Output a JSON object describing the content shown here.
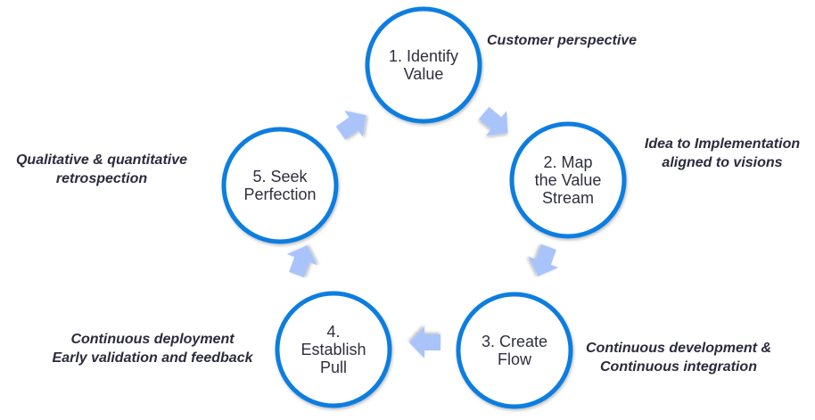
{
  "diagram": {
    "title": "Lean principles cycle",
    "colors": {
      "circle_stroke": "#0a7de0",
      "circle_fill": "#ffffff",
      "arrow_fill": "#a9c4fb",
      "text": "#2f2f3f",
      "note_text": "#2b2b3c"
    },
    "steps": [
      {
        "id": "identify-value",
        "lines": [
          "1. Identify",
          "Value"
        ]
      },
      {
        "id": "map-value-stream",
        "lines": [
          "2. Map",
          "the Value",
          "Stream"
        ]
      },
      {
        "id": "create-flow",
        "lines": [
          "3. Create",
          "Flow"
        ]
      },
      {
        "id": "establish-pull",
        "lines": [
          "4.",
          "Establish",
          "Pull"
        ]
      },
      {
        "id": "seek-perfection",
        "lines": [
          "5. Seek",
          "Perfection"
        ]
      }
    ],
    "arrows": [
      {
        "from": "identify-value",
        "to": "map-value-stream"
      },
      {
        "from": "map-value-stream",
        "to": "create-flow"
      },
      {
        "from": "create-flow",
        "to": "establish-pull"
      },
      {
        "from": "establish-pull",
        "to": "seek-perfection"
      },
      {
        "from": "seek-perfection",
        "to": "identify-value"
      }
    ],
    "notes": {
      "identify_value": [
        "Customer perspective"
      ],
      "map_value_stream": [
        "Idea to Implementation",
        "aligned to visions"
      ],
      "create_flow": [
        "Continuous development &",
        "Continuous integration"
      ],
      "establish_pull": [
        "Continuous deployment",
        "Early validation and feedback"
      ],
      "seek_perfection": [
        "Qualitative & quantitative",
        "retrospection"
      ]
    }
  }
}
